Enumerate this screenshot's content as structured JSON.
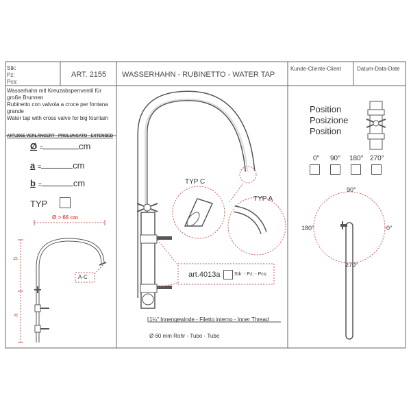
{
  "header": {
    "stk": "Stk:",
    "pz": "Pz:",
    "pcs": "Pcs:",
    "article": "ART. 2155",
    "title": "WASSERHAHN - RUBINETTO - WATER TAP",
    "client": "Kunde-Cliente-Client",
    "date": "Datum-Data-Date"
  },
  "description": {
    "de": "Wasserhahn mit Kreuzabsperrventil für große Brunnen",
    "it": "Rubinetto con valvola a croce per fontana grande",
    "en": "Water tap with cross valve for big fountain",
    "extended": "ART.2055  VERLÄNGERT - PROLUNGATO - EXTENDED"
  },
  "dimensions": {
    "diameter_symbol": "Ø",
    "a_symbol": "a",
    "b_symbol": "b",
    "eq": "=",
    "unit": "cm"
  },
  "typ_label": "TYP",
  "left_drawing": {
    "width_note": "Ø > 66 cm",
    "label_b": "b",
    "label_a": "a",
    "ac_label": "A-C"
  },
  "main_drawing": {
    "typ_c": "TYP  C",
    "typ_a": "TYP  A",
    "art_code": "art.4013a",
    "stk_pz_pcs": "Stk: - Pz: - Pcs:",
    "thread": "1¼\"  Innengewinde - Filetto interno - Inner Thread",
    "pipe": "Ø 60 mm  Rohr - Tubo - Tube"
  },
  "position": {
    "line1": "Position",
    "line2": "Posizione",
    "line3": "Position",
    "options": [
      "0°",
      "90°",
      "180°",
      "270°"
    ],
    "circle_labels": {
      "top": "90°",
      "left": "180°",
      "right": "0°",
      "bottom": "270°"
    }
  },
  "colors": {
    "accent": "#d9534f",
    "line": "#555555"
  }
}
